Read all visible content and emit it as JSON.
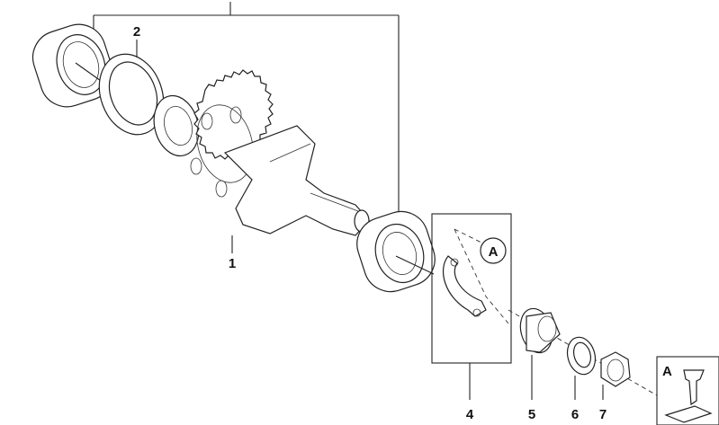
{
  "labels": {
    "part_1": "1",
    "part_2": "2",
    "part_4": "4",
    "part_5": "5",
    "part_6": "6",
    "part_7": "7"
  },
  "callouts": {
    "detail_a_circle": "A",
    "legend_a": "A"
  },
  "colors": {
    "line": "#222222",
    "background": "#ffffff"
  }
}
